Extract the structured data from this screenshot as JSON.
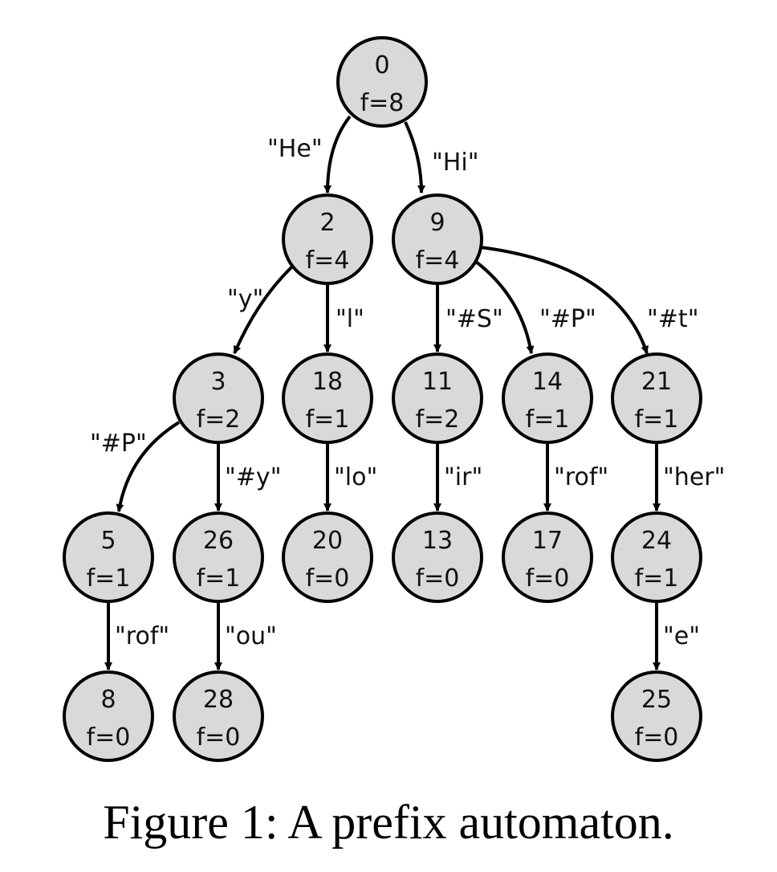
{
  "caption": "Figure 1: A prefix automaton.",
  "colors": {
    "node_fill": "#d9d9d9",
    "stroke": "#000000",
    "text": "#111111"
  },
  "nodes": [
    {
      "id": "0",
      "f": "f=8"
    },
    {
      "id": "2",
      "f": "f=4"
    },
    {
      "id": "9",
      "f": "f=4"
    },
    {
      "id": "3",
      "f": "f=2"
    },
    {
      "id": "18",
      "f": "f=1"
    },
    {
      "id": "11",
      "f": "f=2"
    },
    {
      "id": "14",
      "f": "f=1"
    },
    {
      "id": "21",
      "f": "f=1"
    },
    {
      "id": "5",
      "f": "f=1"
    },
    {
      "id": "26",
      "f": "f=1"
    },
    {
      "id": "20",
      "f": "f=0"
    },
    {
      "id": "13",
      "f": "f=0"
    },
    {
      "id": "17",
      "f": "f=0"
    },
    {
      "id": "24",
      "f": "f=1"
    },
    {
      "id": "8",
      "f": "f=0"
    },
    {
      "id": "28",
      "f": "f=0"
    },
    {
      "id": "25",
      "f": "f=0"
    }
  ],
  "edges": [
    {
      "from": "0",
      "to": "2",
      "label": "\"He\""
    },
    {
      "from": "0",
      "to": "9",
      "label": "\"Hi\""
    },
    {
      "from": "2",
      "to": "3",
      "label": "\"y\""
    },
    {
      "from": "2",
      "to": "18",
      "label": "\"l\""
    },
    {
      "from": "9",
      "to": "11",
      "label": "\"#S\""
    },
    {
      "from": "9",
      "to": "14",
      "label": "\"#P\""
    },
    {
      "from": "9",
      "to": "21",
      "label": "\"#t\""
    },
    {
      "from": "3",
      "to": "5",
      "label": "\"#P\""
    },
    {
      "from": "3",
      "to": "26",
      "label": "\"#y\""
    },
    {
      "from": "18",
      "to": "20",
      "label": "\"lo\""
    },
    {
      "from": "11",
      "to": "13",
      "label": "\"ir\""
    },
    {
      "from": "14",
      "to": "17",
      "label": "\"rof\""
    },
    {
      "from": "21",
      "to": "24",
      "label": "\"her\""
    },
    {
      "from": "5",
      "to": "8",
      "label": "\"rof\""
    },
    {
      "from": "26",
      "to": "28",
      "label": "\"ou\""
    },
    {
      "from": "24",
      "to": "25",
      "label": "\"e\""
    }
  ]
}
